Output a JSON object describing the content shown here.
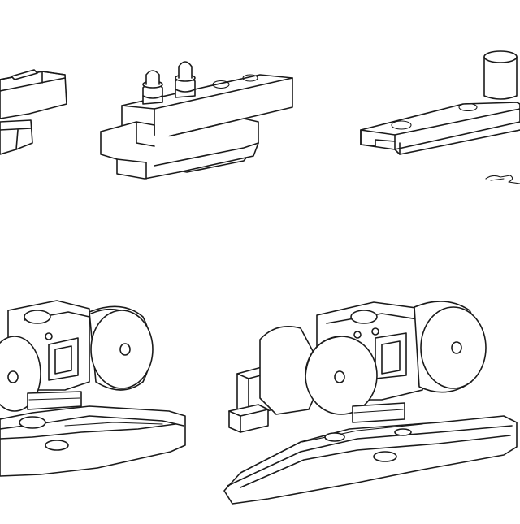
{
  "figure": {
    "background": "#ffffff",
    "line_color": "#1a1a1a",
    "parts": [
      {
        "name": "top-guide-bracket",
        "kind": "bracket"
      },
      {
        "name": "guide-block-with-pins",
        "kind": "guide-block"
      },
      {
        "name": "channel-stop-with-post",
        "kind": "channel-stop"
      },
      {
        "name": "small-spring-clip",
        "kind": "clip"
      },
      {
        "name": "twin-wheel-carriage",
        "kind": "roller-carriage"
      },
      {
        "name": "twin-wheel-carriage-with-stop",
        "kind": "roller-carriage"
      }
    ]
  }
}
